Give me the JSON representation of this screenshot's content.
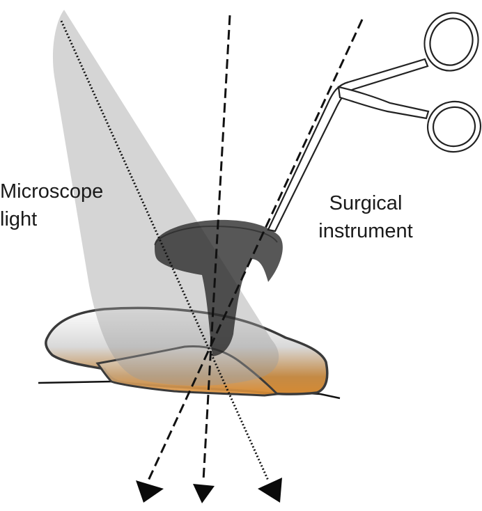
{
  "labels": {
    "microscope_light_line1": "Microscope",
    "microscope_light_line2": "light",
    "surgical_instrument_line1": "Surgical",
    "surgical_instrument_line2": "instrument"
  },
  "colors": {
    "light_cone": "#cccccc",
    "tissue_top": "#f2f2f2",
    "tissue_bottom": "#c98a3a",
    "retractor_dark": "#222222",
    "outline": "#333333"
  }
}
